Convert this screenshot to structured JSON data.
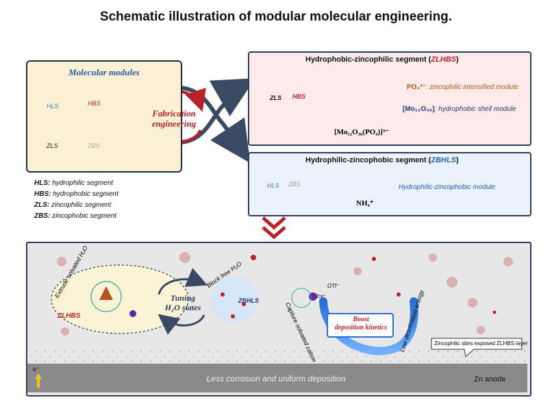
{
  "title": "Schematic illustration of modular molecular engineering.",
  "modules": {
    "heading": "Molecular modules",
    "pieces": [
      "HLS",
      "HBS",
      "ZLS",
      "ZBS"
    ]
  },
  "center": {
    "line1": "Fabrication",
    "line2": "engineering"
  },
  "legend": [
    {
      "abbr": "HLS:",
      "text": " hydrophilic segment"
    },
    {
      "abbr": "HBS:",
      "text": " hydrophobic segment"
    },
    {
      "abbr": "ZLS:",
      "text": " zincophilic segment"
    },
    {
      "abbr": "ZBS:",
      "text": " zincophobic segment"
    }
  ],
  "zlhbs": {
    "title_prefix": "Hydrophobic-zincophilic segment (",
    "title_abbr": "ZLHBS",
    "title_suffix": ")",
    "pieces": [
      "ZLS",
      "HBS"
    ],
    "po4_label": "PO₄³⁻",
    "po4_text": ": zincophilic intensified module",
    "mo_label": "[Mo₁₂O₃₆]",
    "mo_text": ": hydrophobic shell module",
    "formula": "[Mo₁₂O₃₆(PO₄)]³⁻"
  },
  "zbhls": {
    "title_prefix": "Hydrophilic-zincophobic segment (",
    "title_abbr": "ZBHLS",
    "title_suffix": ")",
    "pieces": [
      "HLS",
      "ZBS"
    ],
    "module_text": "Hydrophilic-zincophobic module",
    "formula": "NH₄⁺"
  },
  "bottom": {
    "extrude": "Extrude solvated H₂O",
    "zlhbs": "ZLHBS",
    "tuning1": "Tuning",
    "tuning2": "H₂O states",
    "block": "Block free H₂O",
    "zbhls": "ZBHLS",
    "otf": "OTf⁻",
    "zn": "Zn²⁺",
    "capture": "Capture solvated cation",
    "boost1": "Boost",
    "boost2": "deposition kinetics",
    "desolvation": "Low desolvation energy",
    "callout": "Zincophilic sites exposed ZLHBS layer",
    "electron": "e⁻",
    "substrate": "Less corrosion and uniform deposition",
    "anode": "Zn anode"
  },
  "colors": {
    "frame": "#1e2d45",
    "red": "#b8222b",
    "blue": "#2a6fb8",
    "arrow": "#3a4a62"
  }
}
